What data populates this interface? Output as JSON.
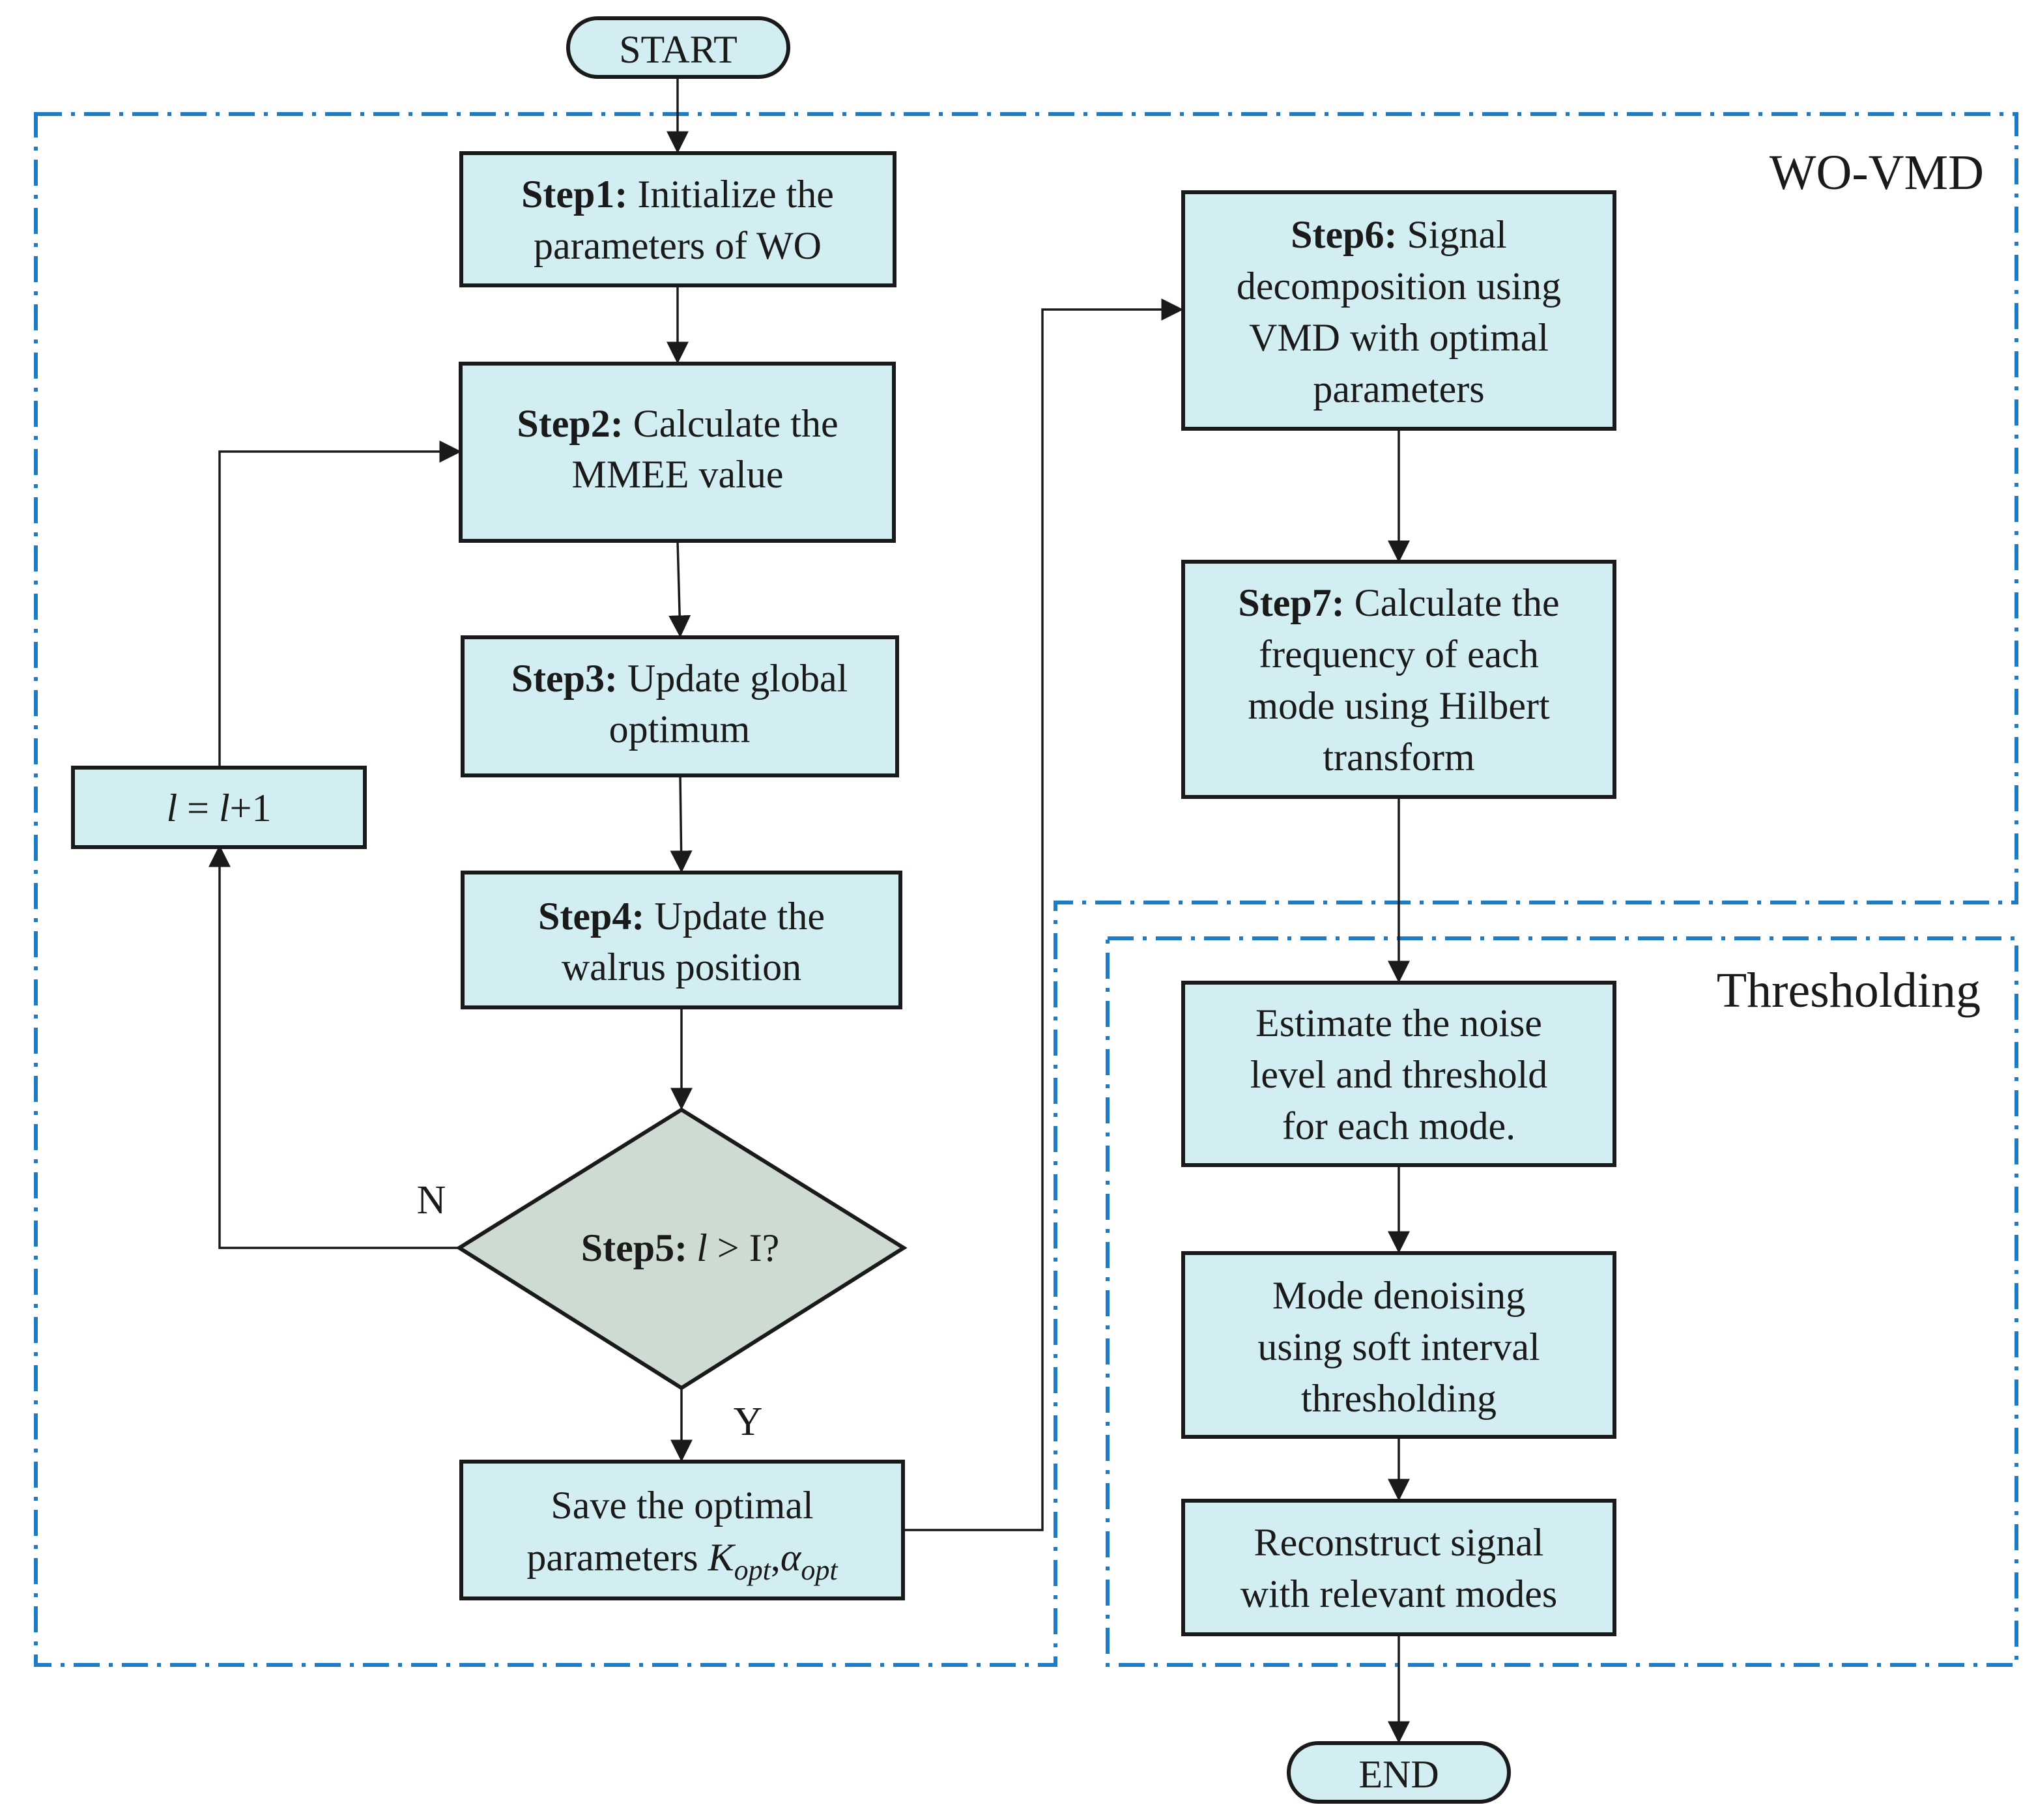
{
  "regions": {
    "wovmd": "WO-VMD",
    "thresholding": "Thresholding"
  },
  "terminals": {
    "start": "START",
    "end": "END"
  },
  "steps": {
    "step1": {
      "label": "Step1:",
      "line1": " Initialize the",
      "line2": "parameters of WO"
    },
    "step2": {
      "label": "Step2:",
      "line1": " Calculate the",
      "line2": "MMEE value"
    },
    "step3": {
      "label": "Step3:",
      "line1": " Update global",
      "line2": "optimum"
    },
    "step4": {
      "label": "Step4:",
      "line1": " Update the",
      "line2": "walrus position"
    },
    "step5": {
      "label": "Step5:",
      "var": "l",
      "rest": " > I?"
    },
    "step6": {
      "label": "Step6:",
      "line1": " Signal",
      "line2": "decomposition using",
      "line3": "VMD with optimal",
      "line4": "parameters"
    },
    "step7": {
      "label": "Step7:",
      "line1": " Calculate the",
      "line2": "frequency of each",
      "line3": "mode using Hilbert",
      "line4": "transform"
    }
  },
  "increment": {
    "var": "l",
    "mid": " = ",
    "var2": "l",
    "rest": "+1"
  },
  "save": {
    "line1": "Save the optimal",
    "line2": "parameters ",
    "k_sym": "K",
    "k_sub": "opt",
    "sep": ",",
    "a_sym": "α",
    "a_sub": "opt"
  },
  "threshold_steps": {
    "estimate": {
      "line1": "Estimate the noise",
      "line2": "level and threshold",
      "line3": "for each mode."
    },
    "denoise": {
      "line1": "Mode denoising",
      "line2": "using soft interval",
      "line3": "thresholding"
    },
    "reconstruct": {
      "line1": "Reconstruct signal",
      "line2": "with relevant modes"
    }
  },
  "decision_labels": {
    "no": "N",
    "yes": "Y"
  },
  "colors": {
    "process_fill": "#d3eef2",
    "decision_fill": "#cddbd2",
    "region_border": "#1f7bc4",
    "line": "#1a1a1a"
  }
}
